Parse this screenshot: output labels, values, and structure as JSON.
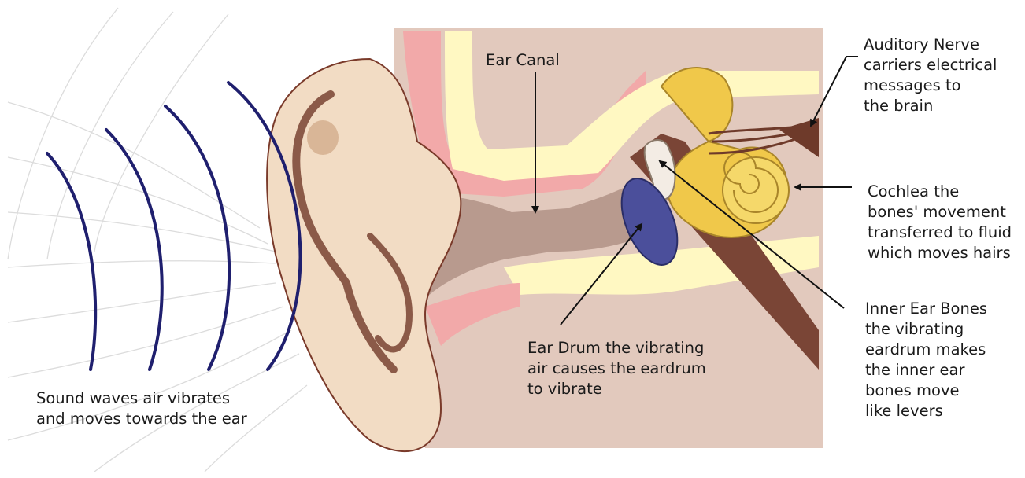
{
  "labels": {
    "sound_waves": "Sound waves air vibrates\nand moves towards the ear",
    "ear_canal": "Ear Canal",
    "ear_drum": "Ear Drum the vibrating\nair causes the eardrum\nto vibrate",
    "auditory_nerve": "Auditory Nerve\ncarriers electrical\nmessages to\nthe brain",
    "cochlea": "Cochlea the\nbones' movement\ntransferred to fluid\nwhich moves hairs",
    "inner_ear_bones": "Inner Ear Bones\nthe vibrating\neardrum makes\nthe inner ear\nbones move\nlike levers"
  },
  "colors": {
    "wave": "#1f1f6e",
    "background_lines": "#dcdcdc",
    "outer_ear_skin": "#f2dcc4",
    "ear_shadow": "#8b5a48",
    "head_tissue": "#e2c9bd",
    "pink_layer": "#f2a9a9",
    "yellow_layer": "#fff8c2",
    "canal": "#b89a8e",
    "eardrum": "#4b4f9b",
    "cochlea": "#f0c84a",
    "nerve": "#6e3a2a",
    "ossicle": "#f3ece4",
    "arrow": "#111111"
  },
  "icons": {
    "wave": "sound-wave-arc",
    "arrow": "pointer-arrow"
  }
}
